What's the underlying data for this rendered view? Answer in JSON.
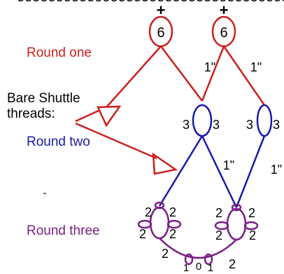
{
  "header_fragment": "ooooooooooooooooooooooooooooooooooooooooo",
  "labels": {
    "round_one": "Round one",
    "round_two": "Round two",
    "round_three": "Round three",
    "bare_shuttle_line1": "Bare Shuttle",
    "bare_shuttle_line2": "threads:"
  },
  "round_one_rings": [
    {
      "count": "6",
      "mark": "+"
    },
    {
      "count": "6",
      "mark": "+"
    }
  ],
  "round_one_chain_labels": [
    "1\"",
    "1\""
  ],
  "round_two_rings": [
    {
      "left": "3",
      "right": "3"
    },
    {
      "left": "3",
      "right": "3"
    }
  ],
  "round_two_chain_labels": [
    "1\"",
    "1\""
  ],
  "round_three": {
    "left_ring": {
      "top_left": "2",
      "top_right": "2",
      "bottom_left": "2",
      "bottom_right": "2"
    },
    "right_ring": {
      "top_left": "2",
      "top_right": "2",
      "bottom_left": "2",
      "bottom_right": "2"
    },
    "chain": {
      "left": "2",
      "center_left": "1",
      "center": "0",
      "center_right": "1",
      "right": "2"
    }
  },
  "colors": {
    "round_one": "#cc1f1f",
    "round_two": "#1a1aa8",
    "round_three": "#7a1e86",
    "text": "#000000"
  }
}
